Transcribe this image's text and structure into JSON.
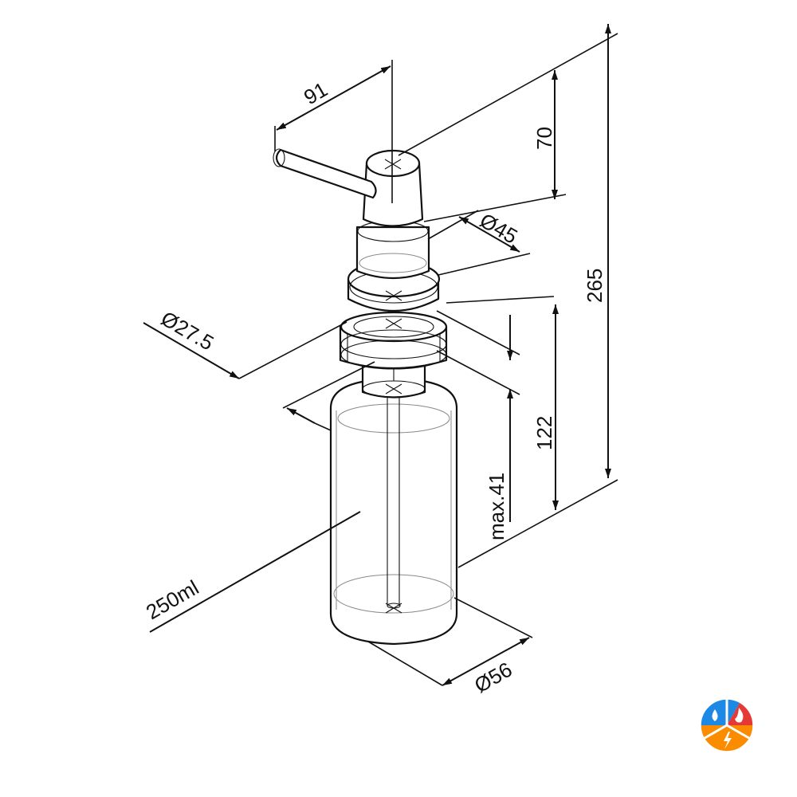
{
  "dimensions": {
    "spout_length": "91",
    "head_height": "70",
    "total_height": "265",
    "head_diameter": "Ø45",
    "thread_diameter": "Ø27.5",
    "below_counter": "122",
    "max_counter": "max.41",
    "bottle_volume": "250ml",
    "bottle_diameter": "Ø56"
  },
  "logo": {
    "icon": "water-fire-electric-logo-icon",
    "colors": [
      "#1e88e5",
      "#e53935",
      "#fb8c00"
    ]
  }
}
